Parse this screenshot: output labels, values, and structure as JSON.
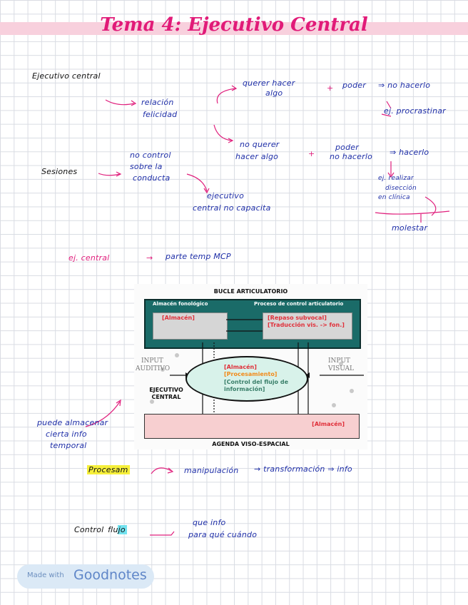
{
  "title": "Tema 4: Ejecutivo Central",
  "notes": {
    "ejecutivo_central": "Ejecutivo central",
    "relacion": "relación",
    "felicidad": "felicidad",
    "querer_hacer": "querer hacer",
    "algo_1": "algo",
    "plus_1": "+",
    "poder_1": "poder",
    "no_hacerlo": "⇒ no hacerlo",
    "procrastinar": "ej. procrastinar",
    "no_querer": "no querer",
    "hacer_algo": "hacer algo",
    "plus_2": "+",
    "poder_2": "poder",
    "no_hacerlo_2": "no hacerlo",
    "hacerlo": "⇒ hacerlo",
    "ej_realizar": "ej. realizar",
    "disection": "disección",
    "en_clinica": "en clínica",
    "molestar": "molestar",
    "sesiones": "Sesiones",
    "no_control": "no control",
    "sobre_la": "sobre la",
    "conducta": "conducta",
    "ejecutivo_central_no": "ejecutivo",
    "central_no_capacita": "central no capacita",
    "ej_central": "ej. central",
    "arrow_parte": "→",
    "parte_temp_mcp": "parte temp MCP",
    "puede_almacenar": "puede almacenar",
    "cierta_info": "cierta info",
    "temporal": "temporal",
    "procesam": "Procesam",
    "manipulacion": "manipulación",
    "transformacion": "→ transformación ⇒ info",
    "control_flujo_a": "Control ",
    "control_flujo_b": "flujo",
    "que_info": "que info",
    "para_que_cuando": "para qué cuándo"
  },
  "diagram": {
    "bucle_title": "BUCLE ARTICULATORIO",
    "almacen_fonologico": "Almacén fonológico",
    "proceso_control": "Proceso de control articulatorio",
    "almacen_1": "[Almacén]",
    "repaso_subvocal": "[Repaso subvocal]",
    "traduccion": "[Traducción  vis. -> fon.]",
    "input_auditivo_1": "INPUT",
    "input_auditivo_2": "AUDITIVO",
    "input_visual_1": "INPUT",
    "input_visual_2": "VISUAL",
    "almacen_2": "[Almacén]",
    "procesamiento": "[Procesamiento]",
    "control_flujo_1": "[Control del flujo de",
    "control_flujo_2": "información]",
    "ejecutivo_1": "EJECUTIVO",
    "ejecutivo_2": "CENTRAL",
    "almacen_3": "[Almacén]",
    "agenda": "AGENDA VISO-ESPACIAL"
  },
  "goodnotes": {
    "made_with": "Made with",
    "brand": "Goodnotes"
  },
  "colors": {
    "pink": "#e0207d",
    "blue_ink": "#1f2fa8",
    "teal": "#1a6b68",
    "highlight_yellow": "#f6ef3a",
    "highlight_cyan": "#73e3f0"
  }
}
